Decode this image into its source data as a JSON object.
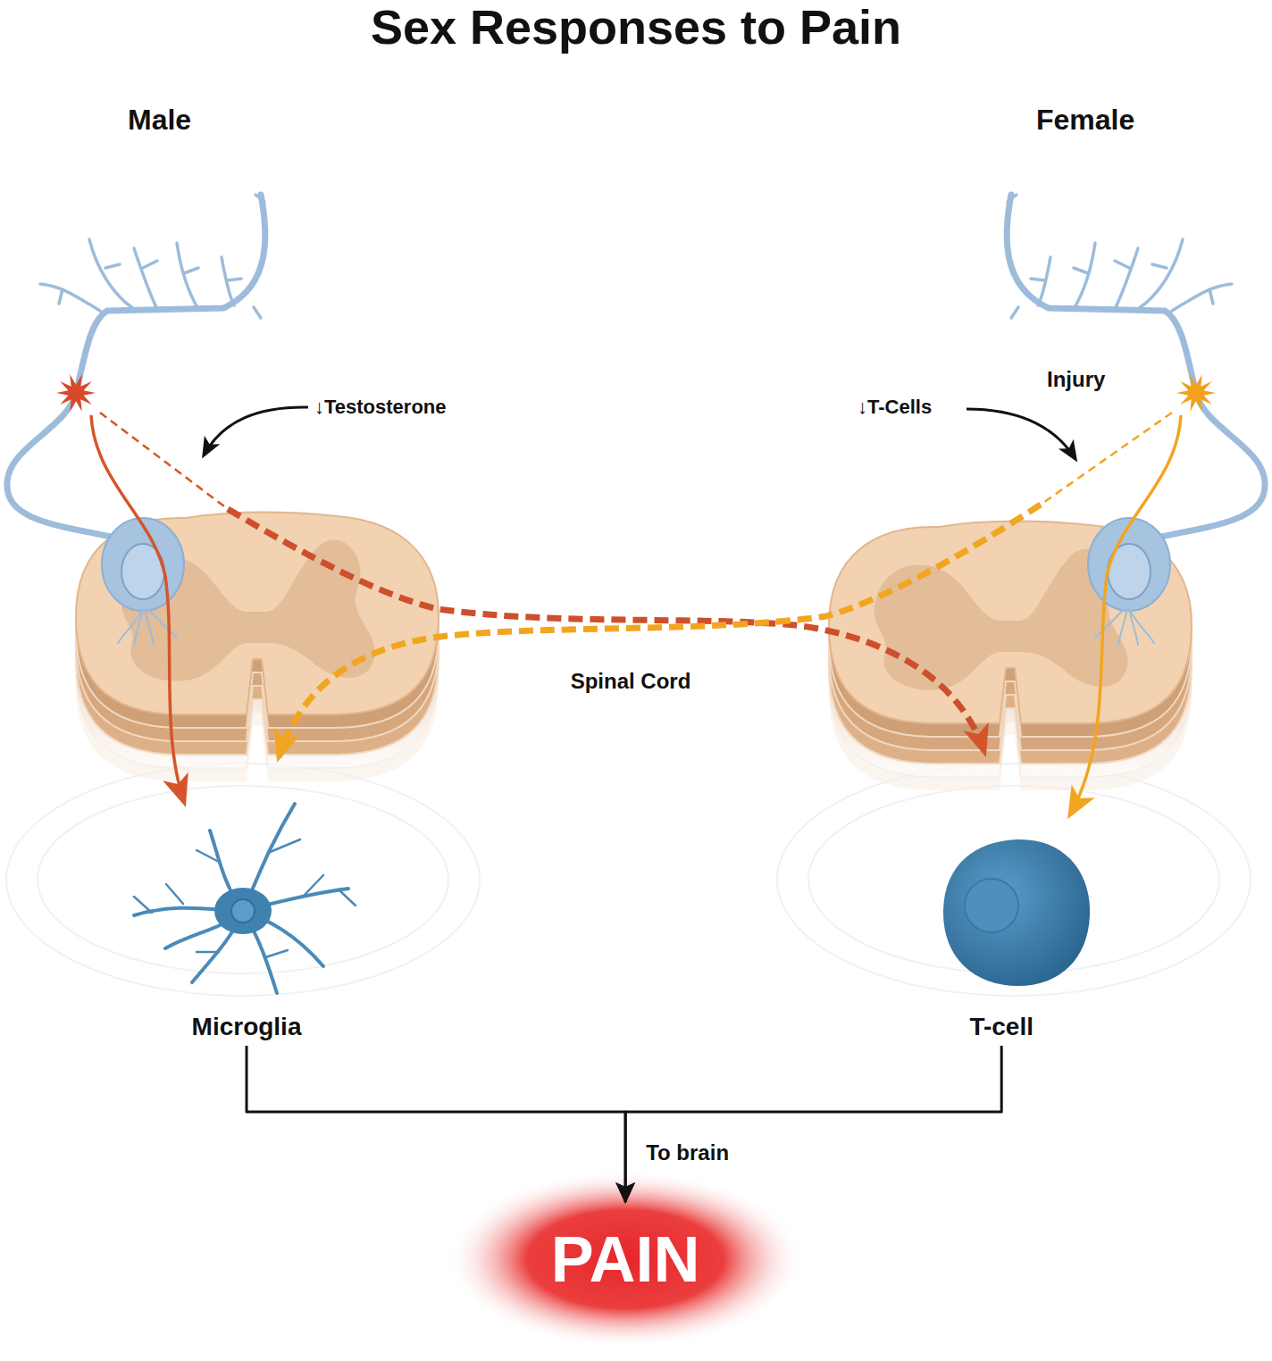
{
  "diagram": {
    "title": "Sex Responses to Pain",
    "nodes": [
      {
        "text": [
          "Microglia"
        ]
      },
      {
        "text": [
          "T-cell"
        ]
      },
      {
        "text": [
          "PAIN"
        ]
      }
    ],
    "edges": [
      {
        "from": 0,
        "to": 2,
        "arrow": "to",
        "label": "To brain"
      },
      {
        "from": 1,
        "to": 2,
        "arrow": "to"
      }
    ],
    "labels": [
      "Male",
      "Female",
      "↓Testosterone",
      "↓T-Cells",
      "Injury",
      "Spinal Cord"
    ]
  }
}
